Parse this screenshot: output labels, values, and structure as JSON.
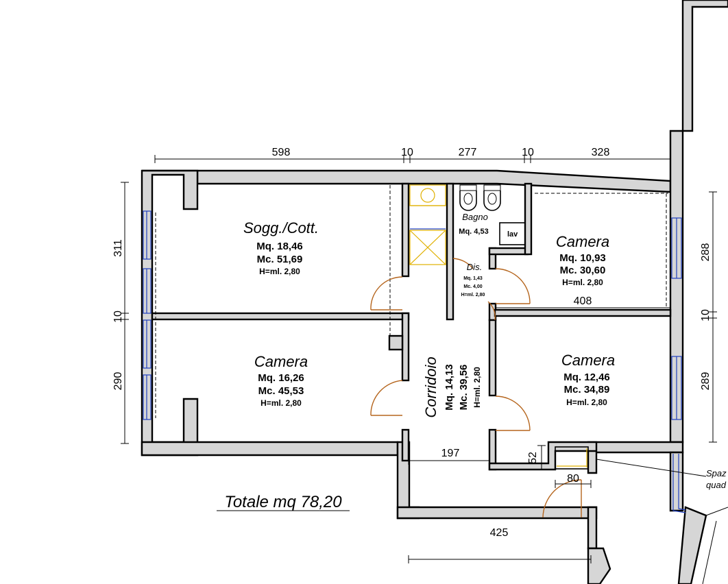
{
  "total": "Totale mq 78,20",
  "rooms": {
    "soggiorno": {
      "name": "Sogg./Cott.",
      "mq": "Mq. 18,46",
      "mc": "Mc. 51,69",
      "h": "H=ml. 2,80"
    },
    "camera1": {
      "name": "Camera",
      "mq": "Mq. 10,93",
      "mc": "Mc. 30,60",
      "h": "H=ml. 2,80"
    },
    "camera2": {
      "name": "Camera",
      "mq": "Mq. 16,26",
      "mc": "Mc. 45,53",
      "h": "H=ml. 2,80"
    },
    "camera3": {
      "name": "Camera",
      "mq": "Mq. 12,46",
      "mc": "Mc. 34,89",
      "h": "H=ml. 2,80"
    },
    "bagno": {
      "name": "Bagno",
      "mq": "Mq. 4,53",
      "fixture": "lav"
    },
    "dis": {
      "name": "Dis.",
      "mq": "Mq. 1,43",
      "mc": "Mc. 4,00",
      "h": "H=ml. 2,80"
    },
    "corridoio": {
      "name": "Corridoio",
      "mq": "Mq. 14,13",
      "mc": "Mc. 39,56",
      "h": "H=ml. 2,80"
    }
  },
  "dimensions": {
    "top": [
      "598",
      "10",
      "277",
      "10",
      "328"
    ],
    "left": [
      "311",
      "10",
      "290"
    ],
    "right": [
      "288",
      "10",
      "289"
    ],
    "inner": [
      "408",
      "197",
      "52",
      "80",
      "425"
    ]
  },
  "note": [
    "Spaz",
    "quad"
  ],
  "colors": {
    "wall": "#d6d6d6",
    "door": "#b5651d",
    "window": "#1f3fbf",
    "accent": "#e0b000"
  }
}
